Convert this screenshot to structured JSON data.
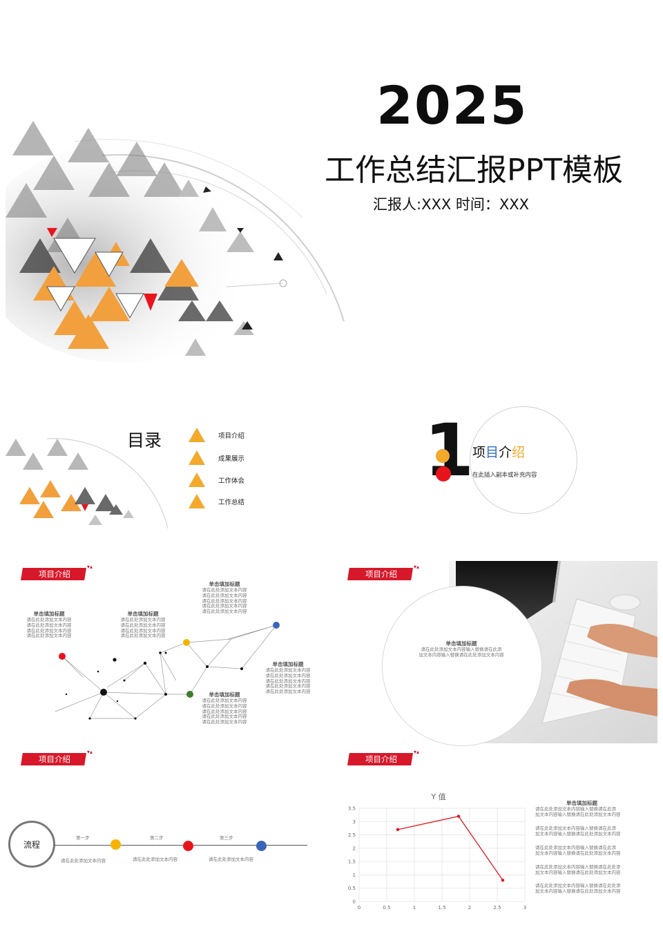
{
  "cover": {
    "year": "2025",
    "title": "工作总结汇报PPT模板",
    "reporter": "汇报人:XXX    时间：XXX"
  },
  "toc": {
    "title": "目录",
    "items": [
      "项目介绍",
      "成果展示",
      "工作体会",
      "工作总结"
    ],
    "accent": "#f3a92c"
  },
  "section": {
    "number": "1",
    "title_parts": [
      "项",
      "目",
      "介",
      "绍"
    ],
    "title_colors": [
      "#111111",
      "#2f6bc4",
      "#111111",
      "#f3a92c"
    ],
    "subtitle": "在此插入副本或补充内容"
  },
  "slide_header": "项目介绍",
  "network_slide": {
    "blocks": [
      {
        "title": "单击填加标题",
        "body": "请在此处添加文本内容\n请在此处添加文本内容\n请在此处添加文本内容\n请在此处添加文本内容"
      },
      {
        "title": "单击填加标题",
        "body": "请在此处添加文本内容\n请在此处添加文本内容\n请在此处添加文本内容\n请在此处添加文本内容"
      },
      {
        "title": "单击填加标题",
        "body": "请在此处添加文本内容\n请在此处添加文本内容\n请在此处添加文本内容\n请在此处添加文本内容\n请在此处添加文本内容"
      },
      {
        "title": "单击填加标题",
        "body": "请在此处添加文本内容\n请在此处添加文本内容\n请在此处添加文本内容\n请在此处添加文本内容\n请在此处添加文本内容"
      },
      {
        "title": "单击填加标题",
        "body": "请在此处添加文本内容\n请在此处添加文本内容\n请在此处添加文本内容\n请在此处添加文本内容\n请在此处添加文本内容"
      }
    ]
  },
  "keyboard_slide": {
    "title": "单击填加标题",
    "body": "请在此处添加文本内容输入替换请在此添\n加文本内容输入替换请在此处添加文本内容"
  },
  "flow_slide": {
    "label": "流程",
    "steps": [
      {
        "name": "第一步",
        "text": "请在此处添加文本内容",
        "color": "#f6b400"
      },
      {
        "name": "第二步",
        "text": "请在此处添加文本内容",
        "color": "#e8141c"
      },
      {
        "name": "第三步",
        "text": "请在此处添加文本内容",
        "color": "#3a64b8"
      }
    ]
  },
  "chart_slide": {
    "notes_title": "单击填加标题",
    "notes": [
      "请在此处添加文本内容输入替换请在此添\n加文本内容输入替换请在此处添加文本内容",
      "请在此处添加文本内容输入替换请在此添\n加文本内容输入替换请在此处添加文本内容",
      "请在此处添加文本内容输入替换请在此添\n加文本内容输入替换请在此处添加文本内容",
      "请在此处添加文本内容输入替换请在此处添\n加文本内容输入替换请在此处添加文本内容",
      "请在此处添加文本内容输入替换请在此处添\n加文本内容输入替换请在此处添加文本内容"
    ]
  },
  "chart_data": {
    "type": "scatter",
    "title": "Y 值",
    "series": [
      {
        "values": [
          [
            0.7,
            2.7
          ],
          [
            1.8,
            3.2
          ],
          [
            2.6,
            0.8
          ]
        ],
        "color": "#e8141c"
      }
    ],
    "x_ticks": [
      "0",
      "0.5",
      "1",
      "1.5",
      "2",
      "2.5",
      "3"
    ],
    "y_ticks": [
      "0",
      "0.5",
      "1",
      "1.5",
      "2",
      "2.5",
      "3",
      "3.5"
    ],
    "xlim": [
      0,
      3
    ],
    "ylim": [
      0,
      3.5
    ],
    "grid": true
  }
}
